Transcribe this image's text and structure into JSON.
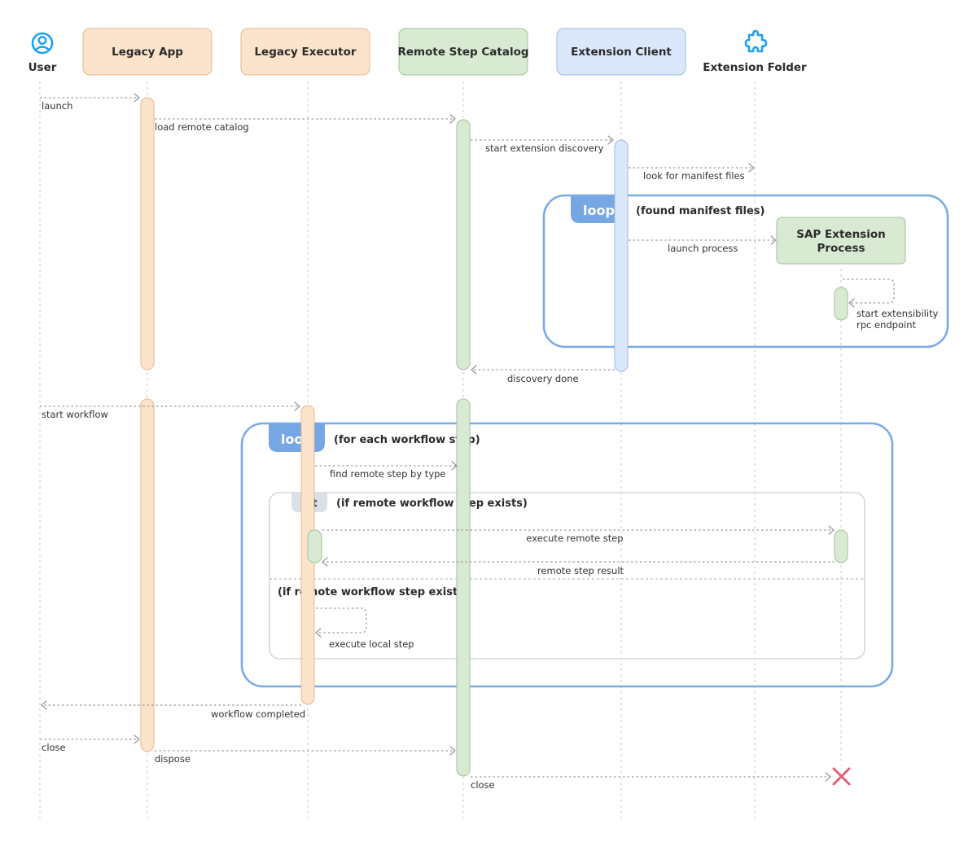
{
  "actors": {
    "user": "User",
    "legacy_app": "Legacy App",
    "legacy_executor": "Legacy Executor",
    "remote_step_catalog": "Remote Step Catalog",
    "extension_client": "Extension Client",
    "extension_folder": "Extension Folder",
    "sap_extension_process": [
      "SAP Extension",
      "Process"
    ]
  },
  "messages": {
    "launch": "launch",
    "load_remote_catalog": "load remote catalog",
    "start_extension_discovery": "start extension discovery",
    "look_for_manifest_files": "look for manifest files",
    "launch_process": "launch process",
    "start_extensibility": [
      "start extensibility",
      "rpc endpoint"
    ],
    "discovery_done": "discovery done",
    "start_workflow": "start workflow",
    "find_remote_step": "find remote step by type",
    "execute_remote_step": "execute remote step",
    "remote_step_result": "remote step result",
    "execute_local_step": "execute local step",
    "workflow_completed": "workflow completed",
    "close": "close",
    "dispose": "dispose",
    "close_catalog": "close"
  },
  "frames": {
    "loop1": {
      "tag": "loop",
      "condition": "(found manifest files)"
    },
    "loop2": {
      "tag": "loop",
      "condition": "(for each workflow step)"
    },
    "alt": {
      "tag": "alt",
      "condition": "(if remote workflow step exists)",
      "else_condition": "(if remote workflow step exists)"
    }
  },
  "colors": {
    "orange_fill": "#fbe3cc",
    "orange_stroke": "#e8b78e",
    "green_fill": "#d9ead3",
    "green_stroke": "#9fc39a",
    "blue_fill": "#dbe8fb",
    "blue_stroke": "#9dbbe6",
    "loop_stroke": "#7aaae6",
    "loop_tag_fill": "#76a6e3",
    "alt_stroke": "#d3d8dc",
    "alt_tag_fill": "#d9e0e7",
    "icon_blue": "#1ba1f2",
    "destroy_red": "#e0607a"
  },
  "icons": {
    "user": "user-circle-icon",
    "extension_folder": "puzzle-icon",
    "destroy": "x-mark-icon"
  }
}
